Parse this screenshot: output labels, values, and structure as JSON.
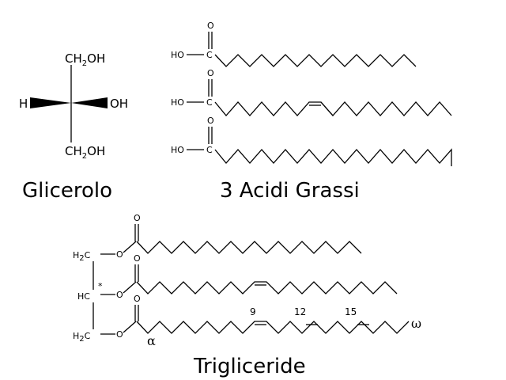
{
  "captions": {
    "glycerol": "Glicerolo",
    "fatty_acids": "3 Acidi Grassi",
    "triglyceride": "Trigliceride"
  },
  "glycerol": {
    "top_group": "CH",
    "top_sub": "2",
    "top_tail": "OH",
    "left_atom": "H",
    "right_atom": "OH",
    "bottom_group": "CH",
    "bottom_sub": "2",
    "bottom_tail": "OH"
  },
  "acid_labels": {
    "oxygen": "O",
    "hydroxyl": "HO",
    "carbon": "C"
  },
  "triglyceride_labels": {
    "h2c_top": "H",
    "h2c_top_sub": "2",
    "h2c_top_c": "C",
    "hc_middle": "HC",
    "chiral_mark": "*",
    "h2c_bottom": "H",
    "h2c_bottom_sub": "2",
    "h2c_bottom_c": "C",
    "ester_oxygen": "O",
    "carbonyl_oxygen": "O",
    "alpha": "α",
    "omega": "ω",
    "positions": [
      "9",
      "12",
      "15"
    ]
  }
}
